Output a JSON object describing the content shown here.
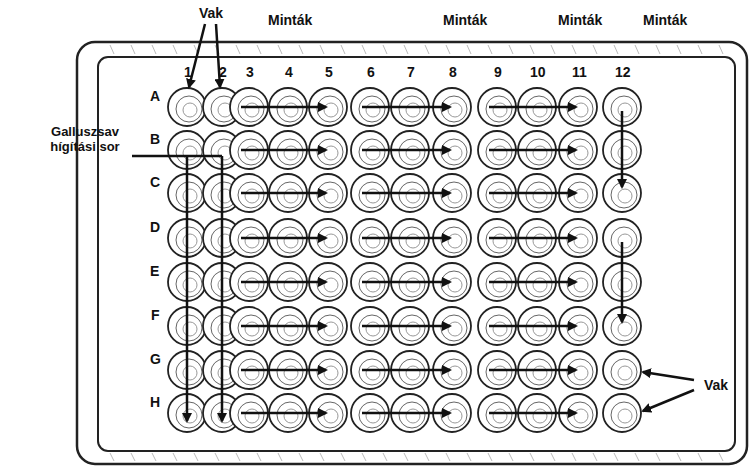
{
  "diagram": {
    "labels": [
      "Vak",
      "Minták",
      "Minták",
      "Minták",
      "Minták",
      "1",
      "2",
      "3",
      "4",
      "5",
      "6",
      "7",
      "8",
      "9",
      "10",
      "11",
      "12",
      "A",
      "B",
      "C",
      "D",
      "E",
      "F",
      "G",
      "H",
      "Galluszsav hígítási sor",
      "Vak"
    ]
  }
}
